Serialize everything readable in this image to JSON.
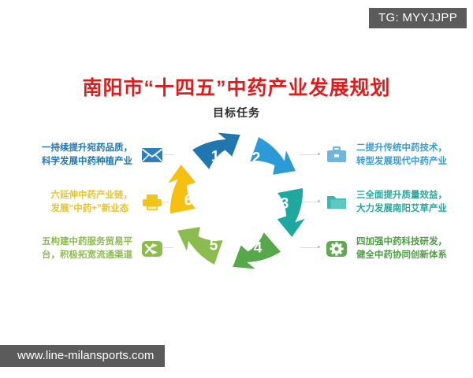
{
  "badge": {
    "text": "TG: MYYJJPP"
  },
  "watermark": {
    "text": "www.line-milansports.com"
  },
  "header": {
    "title": "南阳市“十四五”中药产业发展规划",
    "subtitle": "目标任务",
    "title_color": "#d81f1f",
    "subtitle_color": "#2c2c2c"
  },
  "wheel": {
    "segments": [
      {
        "number": "1",
        "color": "#2176b0",
        "label": "一持续提升宛药品质，科学发展中药种植产业"
      },
      {
        "number": "2",
        "color": "#2b9ad6",
        "label": "二提升传统中药技术，转型发展现代中药产业"
      },
      {
        "number": "3",
        "color": "#1fa8a0",
        "label": "三全面提升质量效益，大力发展南阳艾草产业"
      },
      {
        "number": "4",
        "color": "#56a84b",
        "label": "四加强中药科技研发，健全中药协同创新体系"
      },
      {
        "number": "5",
        "color": "#8cbb50",
        "label": "五构建中药服务贸易平台，积极拓宽流通渠道"
      },
      {
        "number": "6",
        "color": "#f5c012",
        "label": "六延伸中药产业链，发展“中药+”新业态"
      }
    ]
  },
  "items": {
    "left": [
      {
        "number": "1",
        "icon": "envelope-icon",
        "color": "#2176b0",
        "text": "一持续提升宛药品质，\n科学发展中药种植产业"
      },
      {
        "number": "6",
        "icon": "printer-icon",
        "color": "#f0c419",
        "text": "六延伸中药产业链，\n发展“中药+”新业态"
      },
      {
        "number": "5",
        "icon": "shuffle-icon",
        "color": "#8cbb50",
        "text": "五构建中药服务贸易平\n台，积极拓宽流通渠道"
      }
    ],
    "right": [
      {
        "number": "2",
        "icon": "briefcase-icon",
        "color": "#2b9ad6",
        "text": "二提升传统中药技术，\n转型发展现代中药产业"
      },
      {
        "number": "3",
        "icon": "folder-icon",
        "color": "#1fa8a0",
        "text": "三全面提升质量效益，\n大力发展南阳艾草产业"
      },
      {
        "number": "4",
        "icon": "gear-icon",
        "color": "#56a84b",
        "text": "四加强中药科技研发，\n健全中药协同创新体系"
      }
    ]
  }
}
